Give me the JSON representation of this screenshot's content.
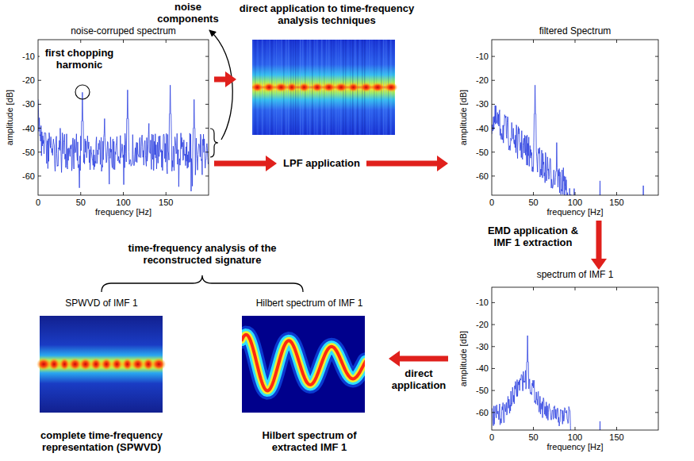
{
  "diagram": {
    "nodes": [
      {
        "text": [
          "noise-corruped spectrum"
        ]
      },
      {
        "text": [
          "direct application to time-frequency analysis techniques"
        ]
      },
      {
        "text": [
          "LPF application"
        ]
      },
      {
        "text": [
          "filtered Spectrum"
        ]
      },
      {
        "text": [
          "spectrum of IMF 1"
        ]
      },
      {
        "text": [
          "SPWVD of IMF 1",
          "complete time-frequency representation (SPWVD)"
        ]
      },
      {
        "text": [
          "Hilbert spectrum of IMF 1",
          "Hilbert spectrum of extracted IMF 1"
        ]
      }
    ],
    "edges": [
      {
        "from": 0,
        "to": 1,
        "arrow": "to"
      },
      {
        "from": 0,
        "to": 2,
        "arrow": "to"
      },
      {
        "from": 2,
        "to": 3,
        "arrow": "to"
      },
      {
        "from": 3,
        "to": 4,
        "arrow": "to",
        "label": "EMD application & IMF 1 extraction"
      },
      {
        "from": 4,
        "to": 6,
        "arrow": "to",
        "label": "direct application"
      }
    ],
    "labels": [
      "first chopping harmonic",
      "noise components",
      "amplitude [dB]",
      "-10",
      "-20",
      "-30",
      "-40",
      "-50",
      "-60",
      "0",
      "50",
      "100",
      "150",
      "frequency [Hz]",
      "amplitude [dB]",
      "-10",
      "-20",
      "-30",
      "-40",
      "-50",
      "-60",
      "0",
      "50",
      "100",
      "150",
      "frequency [Hz]",
      "amplitude [dB]",
      "-10",
      "-20",
      "-30",
      "-40",
      "-50",
      "-60",
      "0",
      "50",
      "100",
      "150",
      "frequency [Hz]",
      "time-frequency analysis of the reconstructed signature"
    ]
  }
}
